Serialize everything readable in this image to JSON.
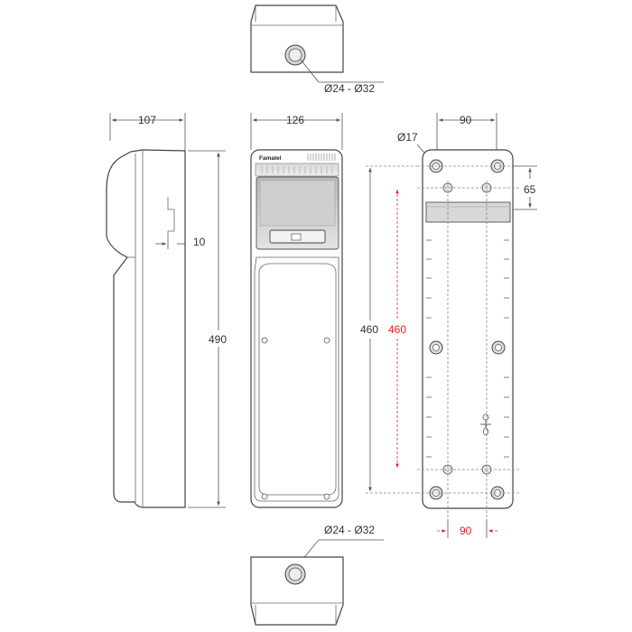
{
  "dimensions": {
    "top_gland": "Ø24 - Ø32",
    "bottom_gland": "Ø24 - Ø32",
    "side_depth": "107",
    "front_width": "126",
    "back_hole_spacing_top": "90",
    "mount_hole": "Ø17",
    "top_offset": "65",
    "din_offset": "10",
    "side_height": "490",
    "front_height": "460",
    "back_height": "460",
    "back_hole_spacing_bottom": "90"
  },
  "brand": "Famatel",
  "colors": {
    "highlight": "#d22222",
    "line": "#444444"
  }
}
